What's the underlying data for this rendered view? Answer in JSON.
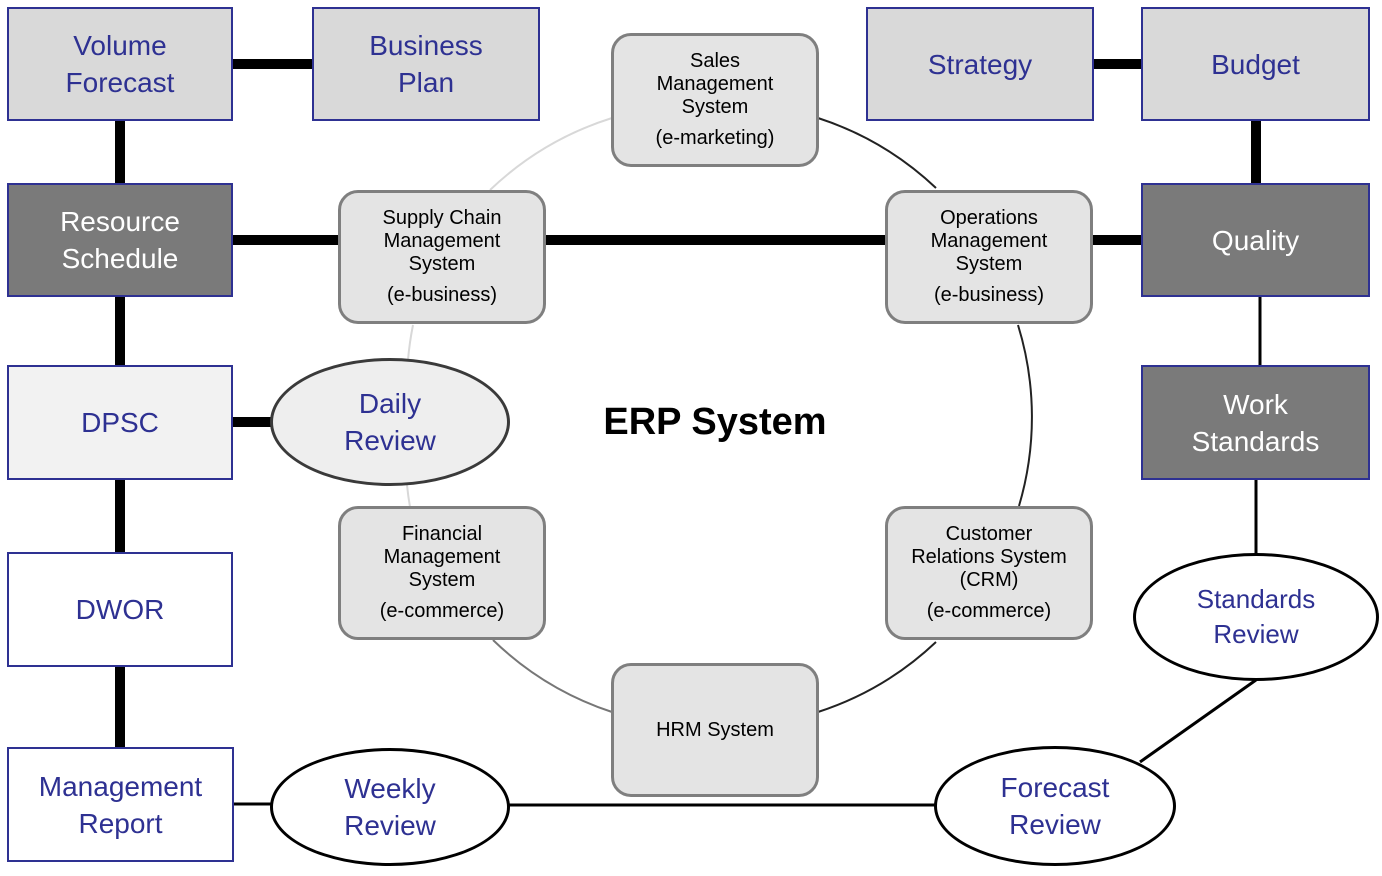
{
  "title": "ERP System",
  "boxes": {
    "volume_forecast": "Volume\nForecast",
    "business_plan": "Business\nPlan",
    "strategy": "Strategy",
    "budget": "Budget",
    "resource_schedule": "Resource\nSchedule",
    "quality": "Quality",
    "dpsc": "DPSC",
    "work_standards": "Work\nStandards",
    "dwor": "DWOR",
    "management_report": "Management\nReport"
  },
  "modules": {
    "sales": {
      "name": "Sales\nManagement\nSystem",
      "tag": "(e-marketing)"
    },
    "supply_chain": {
      "name": "Supply Chain\nManagement\nSystem",
      "tag": "(e-business)"
    },
    "operations": {
      "name": "Operations\nManagement\nSystem",
      "tag": "(e-business)"
    },
    "financial": {
      "name": "Financial\nManagement\nSystem",
      "tag": "(e-commerce)"
    },
    "customer": {
      "name": "Customer\nRelations System\n(CRM)",
      "tag": "(e-commerce)"
    },
    "hrm": {
      "name": "HRM System",
      "tag": ""
    }
  },
  "reviews": {
    "daily": "Daily\nReview",
    "weekly": "Weekly\nReview",
    "standards": "Standards\nReview",
    "forecast": "Forecast\nReview"
  },
  "colors": {
    "box_border": "#2e3192",
    "box_text": "#2e3192",
    "light_fill": "#d9d9d9",
    "dark_fill": "#7a7a7a",
    "module_fill": "#e4e4e4",
    "module_border": "#7f7f7f"
  }
}
